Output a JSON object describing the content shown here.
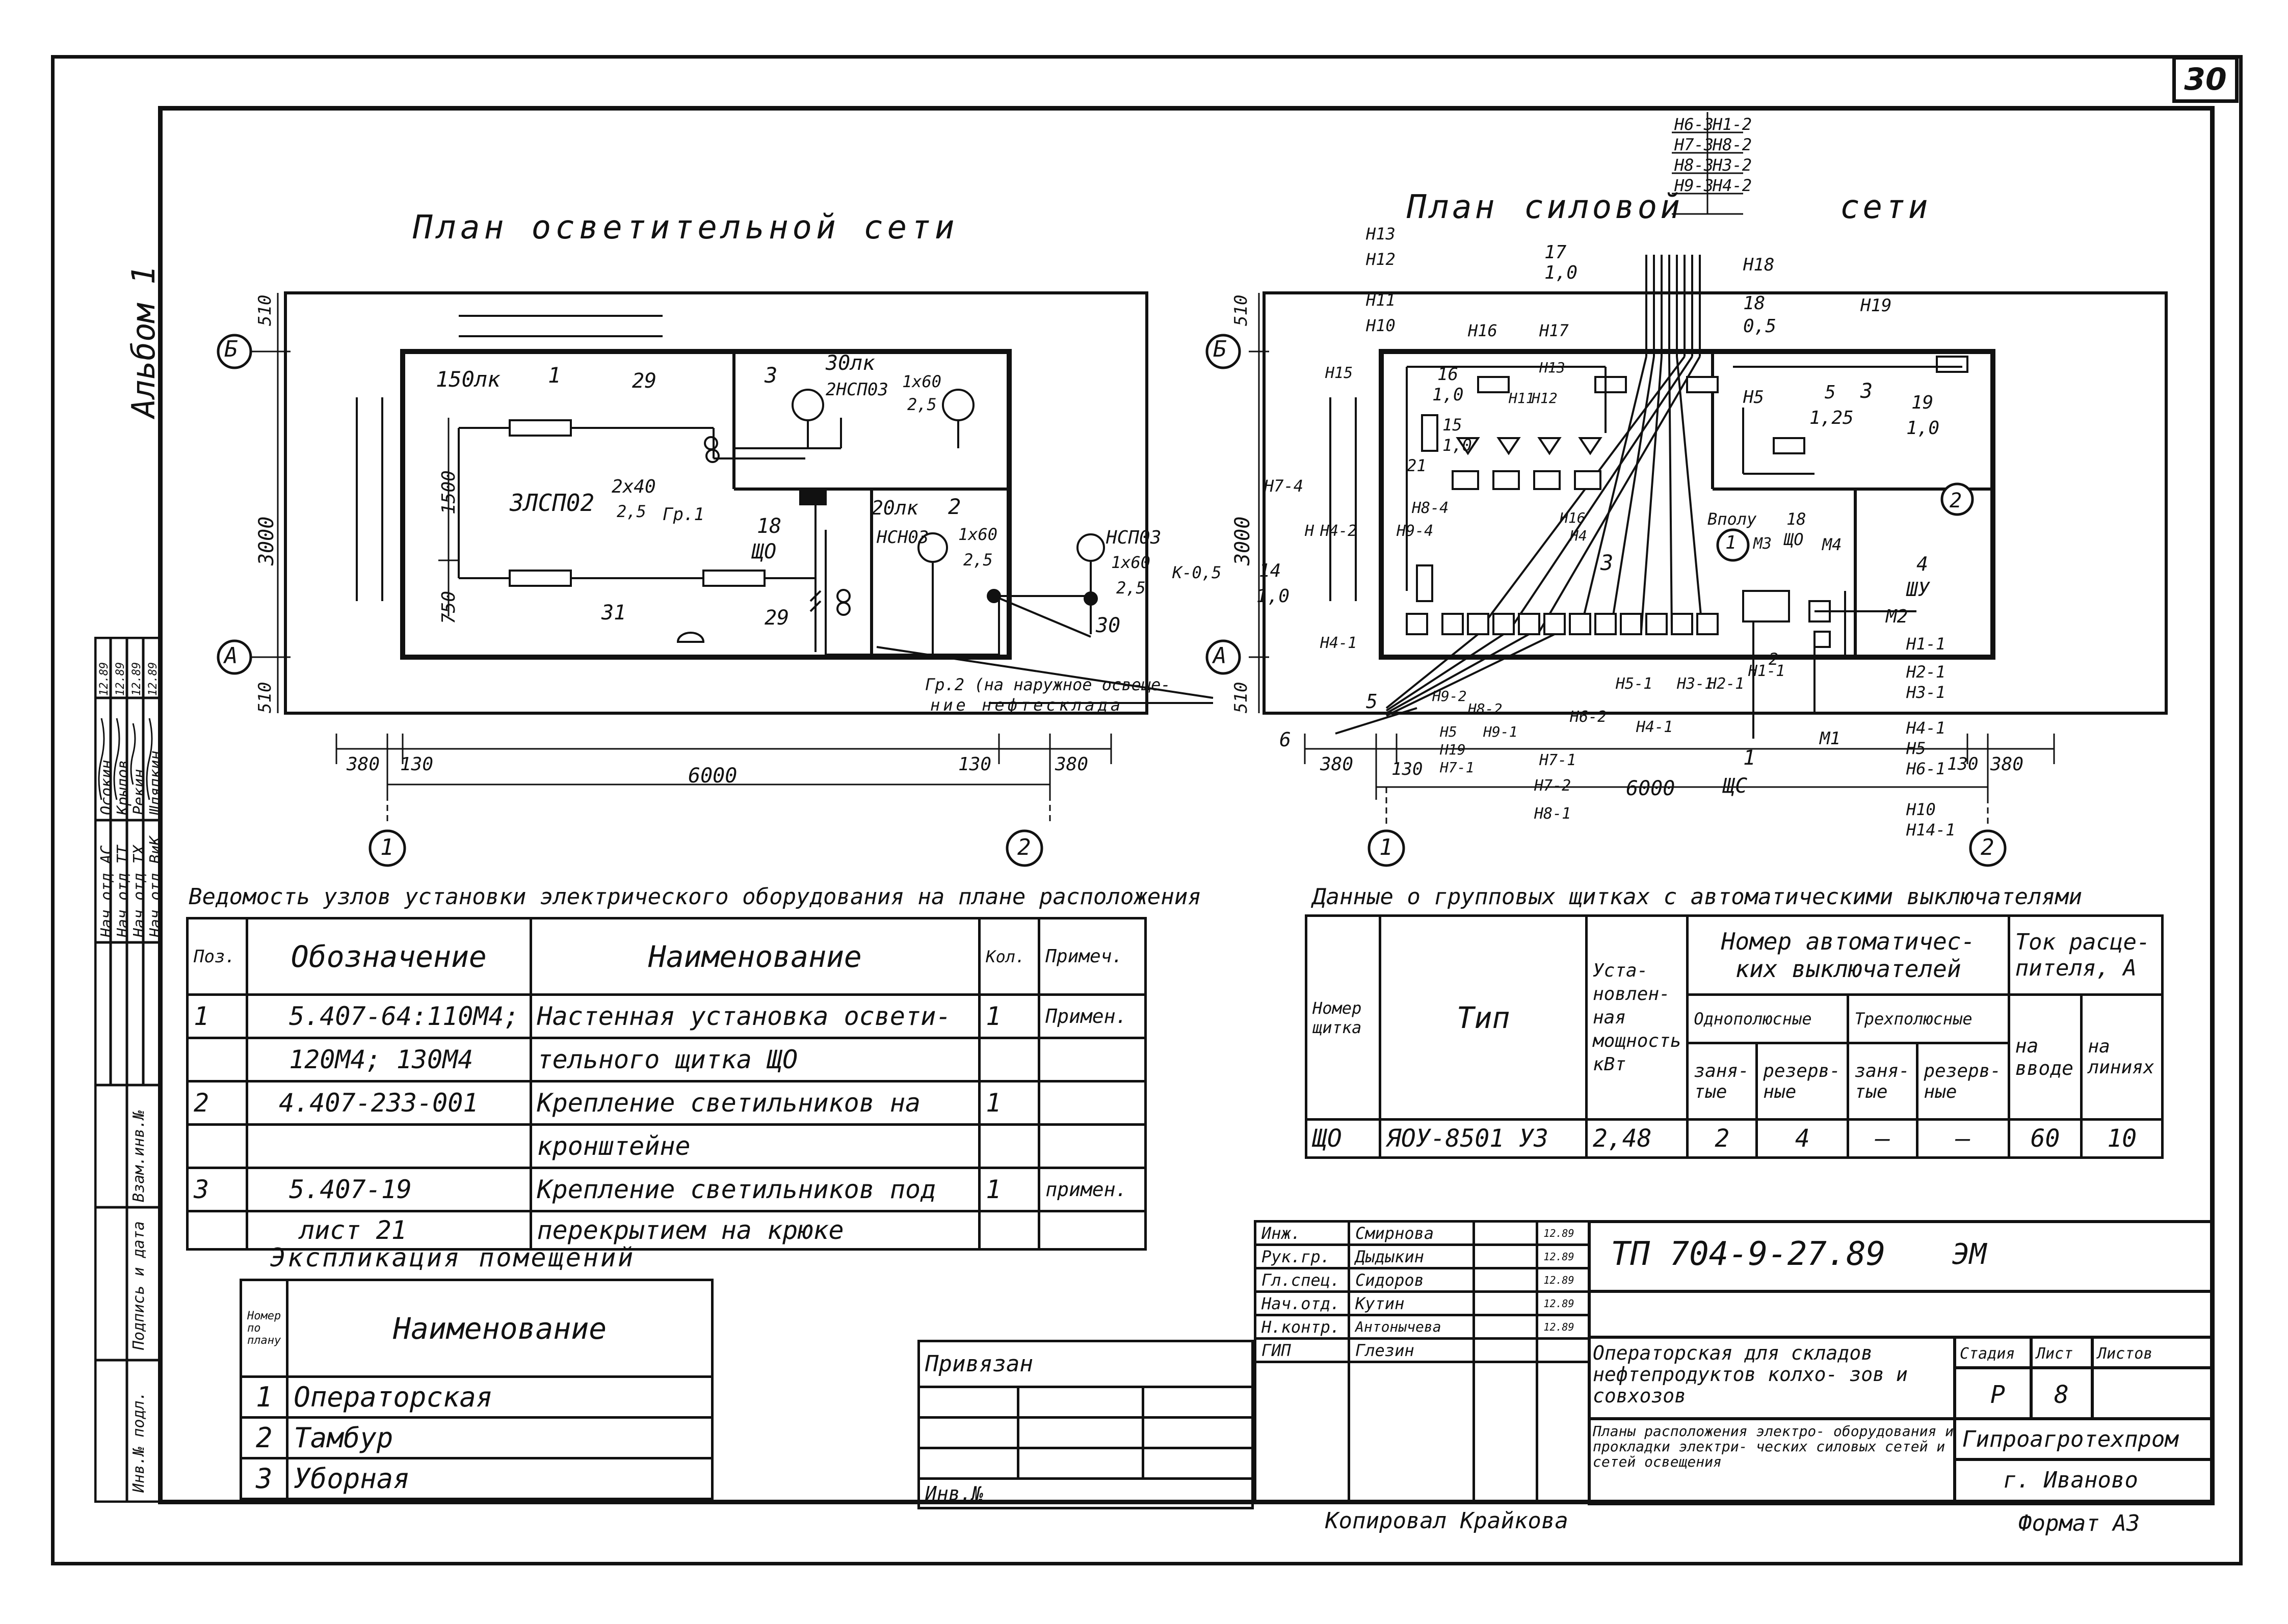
{
  "sheet": {
    "page_number": "30",
    "album": "Альбом 1",
    "copied_by": "Копировал Крайкова",
    "format": "Формат А3"
  },
  "left_plan": {
    "title": "План осветительной сети",
    "axis_b": "Б",
    "axis_a": "А",
    "axis_1": "1",
    "axis_2": "2",
    "room_1": "1",
    "room_2": "2",
    "room_3": "3",
    "lux_1": "150лк",
    "lux_3": "30лк",
    "lux_2": "20лк",
    "lamp_1_type": "3ЛСП02",
    "lamp_1_spec_top": "2х40",
    "lamp_1_spec_bottom": "2,5",
    "lamp_3_type": "2НСП03",
    "lamp_3_spec_top": "1х60",
    "lamp_3_spec_bottom": "2,5",
    "lamp_2_type": "НСН03",
    "lamp_2_spec_top": "1х60",
    "lamp_2_spec_bottom": "2,5",
    "lamp_ext_type": "НСП03",
    "lamp_ext_spec_top": "1х60",
    "lamp_ext_spec_bottom": "2,5",
    "lamp_ext_k": "К-0,5",
    "group_1": "Гр.1",
    "group_2": "Гр.2 (на наружное освеще-",
    "group_2b": "ние нефтесклада",
    "panel_num": "18",
    "panel_name": "ЩО",
    "label_29a": "29",
    "label_29b": "29",
    "label_31": "31",
    "label_30": "30",
    "dim_510_top": "510",
    "dim_3000": "3000",
    "dim_510_bot": "510",
    "dim_1500": "1500",
    "dim_750": "750",
    "dim_380_l": "380",
    "dim_130_l": "130",
    "dim_6000": "6000",
    "dim_130_r": "130",
    "dim_380_r": "380"
  },
  "right_plan": {
    "title_1": "План",
    "title_2": "силовой",
    "title_3": "сети",
    "axis_b": "Б",
    "axis_a": "А",
    "axis_1": "1",
    "axis_2": "2",
    "room_1": "1",
    "room_2": "2",
    "room_3": "3",
    "riser_tag_1": "Н6-3",
    "riser_tag_2": "Н1-2",
    "riser_tag_3": "Н7-3",
    "riser_tag_4": "Н8-2",
    "riser_tag_5": "Н8-3",
    "riser_tag_6": "Н3-2",
    "riser_tag_7": "Н9-3",
    "riser_tag_8": "Н4-2",
    "tag_h13": "Н13",
    "tag_h12": "Н12",
    "tag_h11": "Н11",
    "tag_h10": "Н10",
    "tag_h16": "Н16",
    "tag_h17": "Н17",
    "tag_h13b": "Н13",
    "tag_h12b": "Н12",
    "tag_h11b": "Н11",
    "tag_h18": "Н18",
    "tag_h19": "Н19",
    "tag_h15": "Н15",
    "tag_h5": "Н5",
    "tag_h74": "Н7-4",
    "tag_h84": "Н8-4",
    "tag_h94": "Н9-4",
    "tag_h42": "Н4-2",
    "tag_h_left": "Н",
    "tag_h41": "Н4-1",
    "tag_h11r": "Н1-1",
    "tag_h21": "Н2-1",
    "tag_h31": "Н3-1",
    "tag_h41r": "Н4-1",
    "tag_h5r": "Н5",
    "tag_h61r": "Н6-1",
    "tag_h10r": "Н10",
    "tag_h141r": "Н14-1",
    "tag_h51b": "Н5-1",
    "tag_h31b": "Н3-1",
    "tag_h21b": "Н2-1",
    "tag_h11b2": "Н1-1",
    "tag_h62": "Н6-2",
    "tag_h41b": "Н4-1",
    "tag_h71": "Н7-1",
    "tag_h72": "Н7-2",
    "tag_h81": "Н8-1",
    "tag_h5b": "Н5",
    "tag_h91": "Н9-1",
    "tag_h19b": "Н19",
    "tag_h71b": "Н7-1",
    "tag_h92": "Н9-2",
    "tag_h82": "Н8-2",
    "tag_m1": "М1",
    "tag_m2": "М2",
    "tag_m3": "М3",
    "tag_m4": "М4",
    "tag_h16b": "Н16",
    "tag_h4": "Н4",
    "eq_17_n": "17",
    "eq_17_p": "1,0",
    "eq_18_n": "18",
    "eq_18_p": "0,5",
    "eq_16_n": "16",
    "eq_16_p": "1,0",
    "eq_15_n": "15",
    "eq_15_p": "1,0",
    "eq_21": "21",
    "eq_5_n": "5",
    "eq_5_p": "1,25",
    "eq_19_n": "19",
    "eq_19_p": "1,0",
    "eq_14_n": "14",
    "eq_14_p": "1,0",
    "shu_n": "4",
    "shu_name": "ШУ",
    "sho_n": "18",
    "sho_name": "ЩО",
    "vpol": "Вполу",
    "shs_n": "1",
    "shs_name": "ЩС",
    "label_5": "5",
    "label_6": "6",
    "label_3": "3",
    "label_2": "2",
    "dim_510_top": "510",
    "dim_3000": "3000",
    "dim_510_bot": "510",
    "dim_380_l": "380",
    "dim_130_l": "130",
    "dim_6000": "6000",
    "dim_130_r": "130",
    "dim_380_r": "380"
  },
  "equipment_table": {
    "caption": "Ведомость узлов установки электрического оборудования на плане расположения",
    "headers": [
      "Поз.",
      "Обозначение",
      "Наименование",
      "Кол.",
      "Примеч."
    ],
    "rows": [
      [
        "1",
        "5.407-64:110М4;",
        "Настенная установка освети-",
        "1",
        "Примен."
      ],
      [
        "",
        "120М4; 130М4",
        "тельного щитка ЩО",
        "",
        ""
      ],
      [
        "2",
        "4.407-233-001",
        "Крепление светильников на",
        "1",
        ""
      ],
      [
        "",
        "",
        "кронштейне",
        "",
        ""
      ],
      [
        "3",
        "5.407-19",
        "Крепление светильников под",
        "1",
        "примен."
      ],
      [
        "",
        "лист 21",
        "перекрытием на крюке",
        "",
        ""
      ]
    ]
  },
  "rooms_table": {
    "caption": "Экспликация помещений",
    "headers": [
      "Номер по плану",
      "Наименование"
    ],
    "rows": [
      [
        "1",
        "Операторская"
      ],
      [
        "2",
        "Тамбур"
      ],
      [
        "3",
        "Уборная"
      ]
    ]
  },
  "panel_table": {
    "caption": "Данные о групповых щитках с автоматическими выключателями",
    "h_number": "Номер щитка",
    "h_type": "Тип",
    "h_power": "Уста- новлен- ная мощность кВт",
    "h_breakers": "Номер автоматичес- ких выключателей",
    "h_single": "Однополюсные",
    "h_triple": "Трехполюсные",
    "h_busy1": "заня- тые",
    "h_res1": "резерв- ные",
    "h_busy3": "заня- тые",
    "h_res3": "резерв- ные",
    "h_current": "Ток расце- пителя, А",
    "h_input": "на вводе",
    "h_lines": "на линиях",
    "row": [
      "ЩО",
      "ЯОУ-8501 У3",
      "2,48",
      "2",
      "4",
      "—",
      "—",
      "60",
      "10"
    ]
  },
  "title_block": {
    "project_code": "ТП 704-9-27.89",
    "mark": "ЭМ",
    "roles": [
      "Инж.",
      "Рук.гр.",
      "Гл.спец.",
      "Нач.отд.",
      "Н.контр.",
      "ГИП"
    ],
    "names": [
      "Смирнова",
      "Дыдыкин",
      "Сидоров",
      "Кутин",
      "Антонычева",
      "Глезин"
    ],
    "dates": [
      "12.89",
      "12.89",
      "12.89",
      "12.89",
      "12.89",
      ""
    ],
    "privyazan": "Привязан",
    "inv": "Инв.№",
    "object_name": "Операторская для складов нефтепродуктов колхо- зов и совхозов",
    "sheet_desc": "Планы расположения электро- оборудования и прокладки электри- ческих силовых сетей и сетей освещения",
    "stage_h": "Стадия",
    "sheet_h": "Лист",
    "sheets_h": "Листов",
    "stage": "Р",
    "sheet": "8",
    "sheets": "",
    "org_1": "Гипроагротехпром",
    "org_2": "г. Иваново"
  },
  "side_stamp": {
    "positions": [
      "Нач.отд.АС",
      "Нач.отд.ТТ",
      "Нач.отд.ТХ",
      "Нач.отд.ВиК"
    ],
    "names": [
      "Осокин",
      "Крылов",
      "Рекин",
      "Шляпкин"
    ],
    "dates": [
      "12.89",
      "12.89",
      "12.89",
      "12.89"
    ],
    "f_vzam": "Взам.инв.№",
    "f_podp": "Подпись и дата",
    "f_inv": "Инв.№ подл."
  }
}
